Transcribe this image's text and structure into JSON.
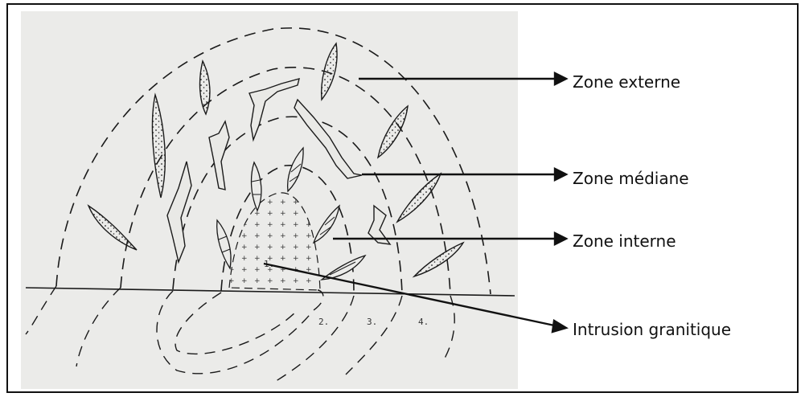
{
  "labels": {
    "zone_externe": "Zone externe",
    "zone_mediane": "Zone médiane",
    "zone_interne": "Zone interne",
    "intrusion": "Intrusion granitique"
  },
  "zone_numbers": [
    "1.",
    "2.",
    "3.",
    "4."
  ],
  "colors": {
    "ink": "#1a1a1a",
    "paper": "#ebebe9",
    "frame": "#111111"
  }
}
